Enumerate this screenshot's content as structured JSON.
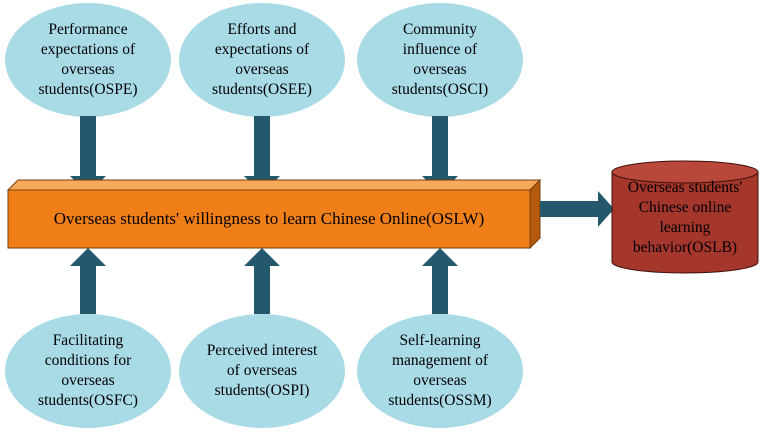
{
  "top_nodes": [
    {
      "label": "Performance\nexpectations of\noverseas\nstudents(OSPE)"
    },
    {
      "label": "Efforts and\nexpectations of\noverseas\nstudents(OSEE)"
    },
    {
      "label": "Community\ninfluence of\noverseas\nstudents(OSCI)"
    }
  ],
  "bottom_nodes": [
    {
      "label": "Facilitating\nconditions for\noverseas\nstudents(OSFC)"
    },
    {
      "label": "Perceived interest\nof overseas\nstudents(OSPI)"
    },
    {
      "label": "Self-learning\nmanagement of\noverseas\nstudents(OSSM)"
    }
  ],
  "center_bar": {
    "label": "Overseas students' willingness to learn Chinese Online(OSLW)"
  },
  "outcome": {
    "label": "Overseas students'\nChinese online\nlearning\nbehavior(OSLB)"
  },
  "colors": {
    "ellipse_fill": "#a9dbe6",
    "arrow": "#24586c",
    "bar_front": "#f07f1a",
    "bar_top": "#f6a95a",
    "bar_side": "#b55a0c",
    "cylinder": "#a5362b"
  }
}
